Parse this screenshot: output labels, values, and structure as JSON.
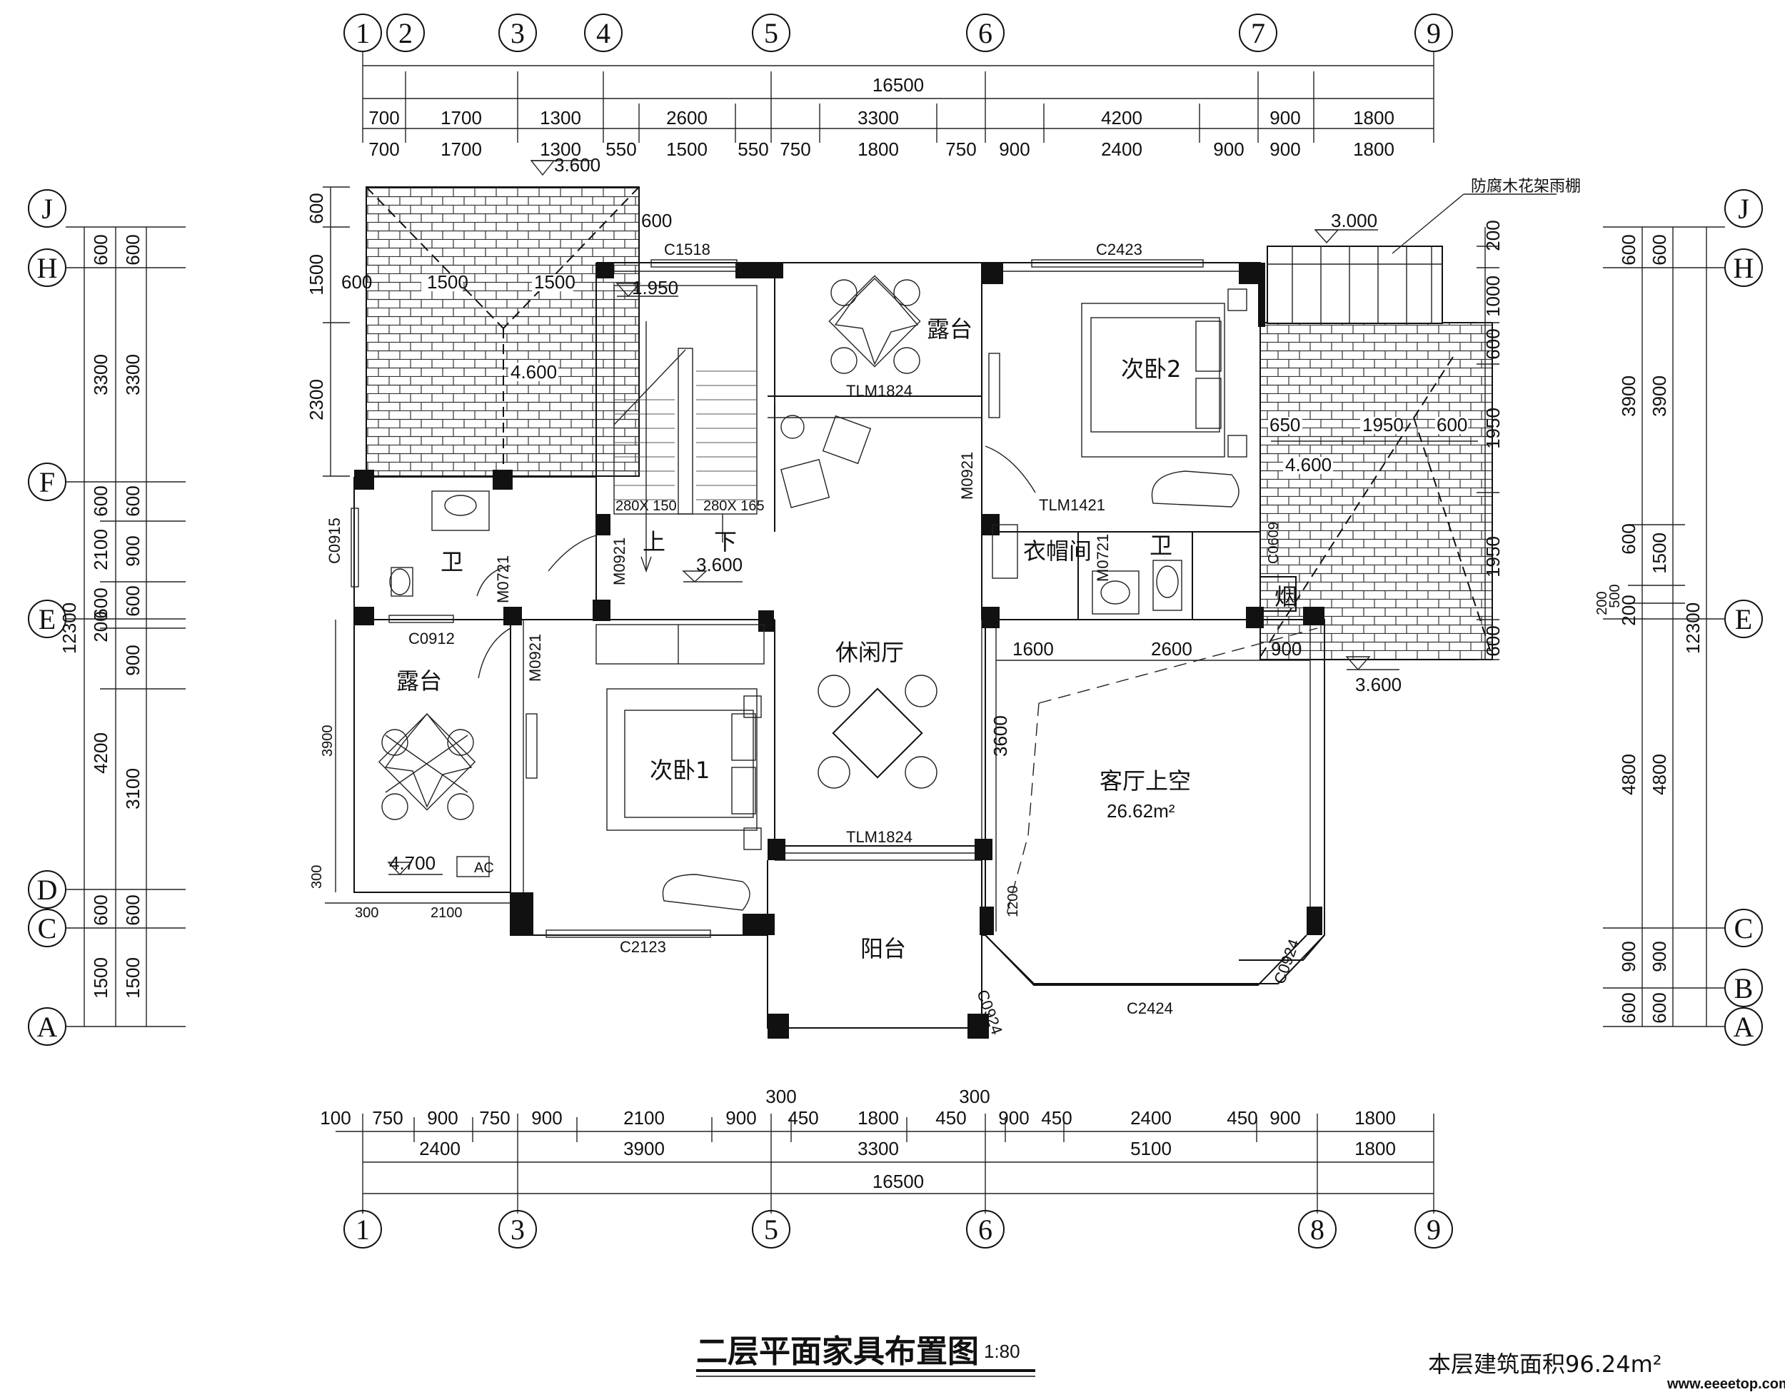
{
  "axes_top": [
    "1",
    "2",
    "3",
    "4",
    "5",
    "6",
    "7",
    "9"
  ],
  "axes_bottom": [
    "1",
    "3",
    "5",
    "6",
    "8",
    "9"
  ],
  "axes_left": [
    "J",
    "H",
    "F",
    "E",
    "D",
    "C",
    "A"
  ],
  "axes_right": [
    "J",
    "H",
    "E",
    "C",
    "B",
    "A"
  ],
  "top_total": "16500",
  "top_row1": [
    "700",
    "1700",
    "1300",
    "2600",
    "3300",
    "4200",
    "900",
    "1800"
  ],
  "top_row2": [
    "700",
    "1700",
    "1300",
    "550",
    "1500",
    "550",
    "750",
    "1800",
    "750",
    "900",
    "2400",
    "900",
    "900",
    "1800"
  ],
  "bottom_row1": [
    "100",
    "750",
    "900",
    "750",
    "900",
    "2100",
    "900",
    "450",
    "1800",
    "450",
    "900",
    "450",
    "2400",
    "450",
    "900",
    "1800"
  ],
  "bottom_row1_above": [
    "300",
    "300"
  ],
  "bottom_row2": [
    "2400",
    "3900",
    "3300",
    "5100",
    "1800"
  ],
  "bottom_total": "16500",
  "left_outer": [
    "600",
    "3300",
    "600",
    "2100",
    "600",
    "200",
    "4200",
    "600",
    "1500"
  ],
  "left_outer_total": "12300",
  "left_inner": [
    "600",
    "3300",
    "600",
    "900",
    "600",
    "900",
    "3100",
    "600",
    "1500"
  ],
  "right_outer": [
    "600",
    "3900",
    "4800",
    "900",
    "600"
  ],
  "right_outer_total": "12300",
  "right_inner": [
    "600",
    "3900",
    "600",
    "1500",
    "200",
    "500",
    "4800",
    "900",
    "600"
  ],
  "right_inner_extra": "200",
  "roof_dims_left": [
    "600",
    "1500",
    "2300"
  ],
  "roof_dims_right": [
    "200",
    "1000",
    "600",
    "1950",
    "1950",
    "600"
  ],
  "rooms": {
    "wc1": "卫",
    "terrace_left": "露台",
    "bedroom1": "次卧1",
    "terrace_top": "露台",
    "lounge": "休闲厅",
    "balcony": "阳台",
    "bedroom2": "次卧2",
    "cloakroom": "衣帽间",
    "wc2": "卫",
    "chimney": "烟",
    "void": "客厅上空",
    "void_area": "26.62m²"
  },
  "labels": {
    "elev_3600_top": "3.600",
    "elev_1950": "1.950",
    "elev_3600_stair": "3.600",
    "elev_4600": "4.600",
    "elev_4600_right": "4.600",
    "elev_3000": "3.000",
    "elev_3600_right": "3.600",
    "elev_4700": "4.700",
    "win_c1518": "C1518",
    "win_c2423": "C2423",
    "win_c0915": "C0915",
    "win_c0912": "C0912",
    "win_c2123": "C2123",
    "win_c0924_l": "C0924",
    "win_c0924_r": "C0924",
    "win_c2424": "C2424",
    "win_c0609": "C0609",
    "door_tlm1824_top": "TLM1824",
    "door_tlm1824_bot": "TLM1824",
    "door_tlm1421": "TLM1421",
    "door_m0921_a": "M0921",
    "door_m0921_b": "M0921",
    "door_m0921_c": "M0921",
    "door_m0721_a": "M0721",
    "door_m0721_b": "M0721",
    "stair_left": "280X 150",
    "stair_right": "280X 165",
    "stair_up": "上",
    "stair_down": "下",
    "ac": "AC",
    "pergola": "防腐木花架雨棚",
    "roof_600_a": "600",
    "roof_600_b": "600",
    "roof_1500_a": "1500",
    "roof_1500_b": "1500",
    "roof_650": "650",
    "roof_1950": "1950",
    "roof_600_c": "600",
    "dim_1600": "1600",
    "dim_2600": "2600",
    "dim_900": "900",
    "dim_3600": "3600",
    "dim_1200": "1200",
    "dim_3900": "3900",
    "dim_300a": "300",
    "dim_300b": "300",
    "dim_2100": "2100"
  },
  "title": "二层平面家具布置图",
  "scale": "1:80",
  "area_note": "本层建筑面积96.24m²",
  "watermark": "www.eeeetop.com"
}
